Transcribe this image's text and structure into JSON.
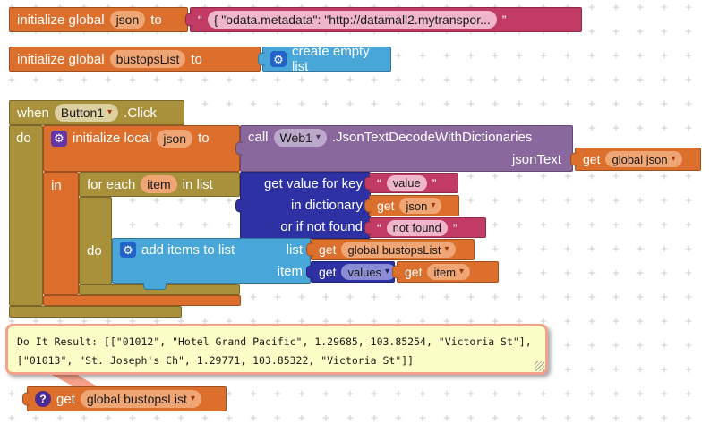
{
  "ui": {
    "gear": "⚙",
    "dropdown_arrow": "▾",
    "help": "?",
    "open_quote": "“",
    "close_quote": "”",
    "grid_mark": "+"
  },
  "colors": {
    "variable_orange": "#DD6F2D",
    "text_pink": "#C23B64",
    "list_blue": "#49A6D8",
    "dictionary_navy": "#2E31A3",
    "control_gold": "#A8913A",
    "component_purple": "#8A689E",
    "tooltip_bg": "#FCFEC8",
    "tooltip_border": "#F5A08A",
    "grid_mark": "#C9C9C9"
  },
  "blocks": {
    "init_global_json": {
      "label1": "initialize global",
      "var": "json",
      "label2": "to"
    },
    "json_value": {
      "text": "{ \"odata.metadata\": \"http://datamall2.mytranspor..."
    },
    "init_global_bustops": {
      "label1": "initialize global",
      "var": "bustopsList",
      "label2": "to"
    },
    "create_empty_list": {
      "label": "create empty list"
    },
    "when_button_click": {
      "when": "when",
      "component": "Button1",
      "event": ".Click",
      "do": "do"
    },
    "init_local_json": {
      "label1": "initialize local",
      "var": "json",
      "label2": "to",
      "in": "in"
    },
    "call_web_decode": {
      "call": "call",
      "component": "Web1",
      "method": ".JsonTextDecodeWithDictionaries",
      "param": "jsonText"
    },
    "get_global_json": {
      "get": "get",
      "var": "global json"
    },
    "for_each": {
      "label1": "for each",
      "var": "item",
      "label2": "in list",
      "do": "do"
    },
    "get_value_for_key": {
      "row1": "get value for key",
      "row2": "in dictionary",
      "row3": "or if not found"
    },
    "key_value": {
      "text": "value"
    },
    "get_json": {
      "get": "get",
      "var": "json"
    },
    "not_found_value": {
      "text": "not found"
    },
    "add_items": {
      "label": "add items to list",
      "list_param": "list",
      "item_param": "item"
    },
    "get_global_bustops": {
      "get": "get",
      "var": "global bustopsList"
    },
    "get_values": {
      "get": "get",
      "var": "values"
    },
    "get_item": {
      "get": "get",
      "var": "item"
    },
    "do_it_get_global_bustops": {
      "get": "get",
      "var": "global bustopsList"
    }
  },
  "tooltip": {
    "line1": "Do It Result: [[\"01012\", \"Hotel Grand Pacific\", 1.29685, 103.85254, \"Victoria St\"],",
    "line2": "[\"01013\", \"St. Joseph's Ch\", 1.29771, 103.85322, \"Victoria St\"]]"
  }
}
